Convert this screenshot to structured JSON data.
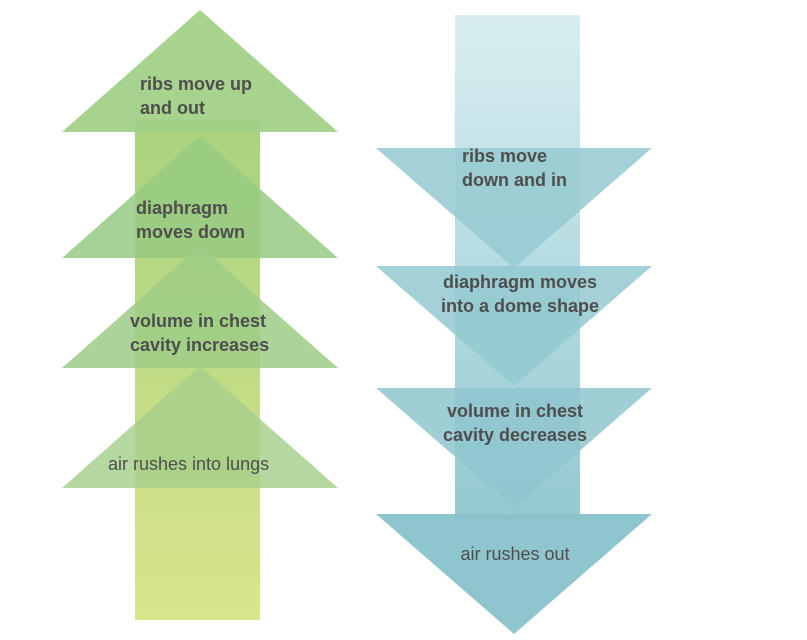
{
  "inhale": {
    "steps": [
      "ribs move up\nand out",
      "diaphragm\nmoves down",
      "volume in chest\ncavity increases",
      "air rushes into lungs"
    ],
    "colors": {
      "light": "#d6e48a",
      "dark": "#8fc47e"
    }
  },
  "exhale": {
    "steps": [
      "ribs move\ndown and in",
      "diaphragm moves\ninto a dome shape",
      "volume in chest\ncavity decreases",
      "air rushes out"
    ],
    "colors": {
      "light": "#d9eef1",
      "dark": "#87c3cb"
    }
  }
}
